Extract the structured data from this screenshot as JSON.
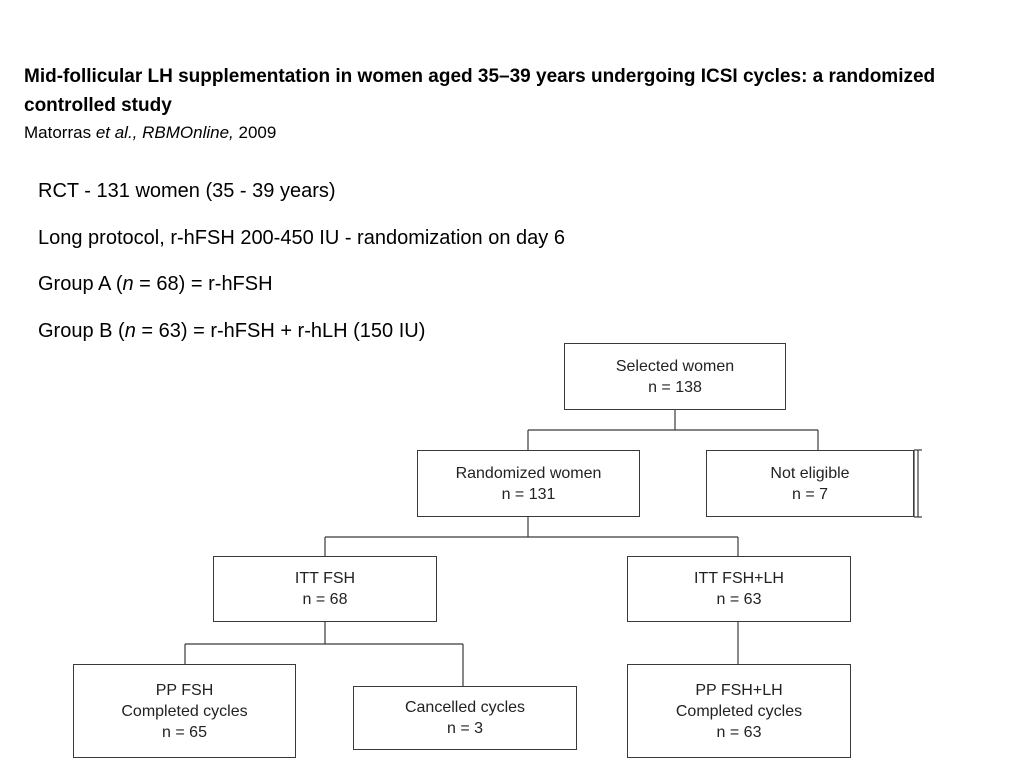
{
  "header": {
    "title": "Mid-follicular LH supplementation in women aged 35–39 years undergoing ICSI cycles: a randomized controlled study",
    "citation_author": "Matorras",
    "citation_etal": "et al.,",
    "citation_journal": "RBMOnline,",
    "citation_year": "2009"
  },
  "summary": {
    "line1": "RCT - 131 women  (35 - 39 years)",
    "line2": "Long protocol, r-hFSH 200-450 IU - randomization on day 6",
    "groupA_prefix": "Group A (",
    "groupA_n": "n",
    "groupA_suffix": " = 68) = r-hFSH",
    "groupB_prefix": "Group B (",
    "groupB_n": "n",
    "groupB_suffix": " = 63) = r-hFSH + r-hLH (150 IU)"
  },
  "flowchart": {
    "selected": {
      "label": "Selected women",
      "count": "n = 138"
    },
    "randomized": {
      "label": "Randomized women",
      "count": "n = 131"
    },
    "not_eligible": {
      "label": "Not eligible",
      "count": "n = 7"
    },
    "itt_fsh": {
      "label": "ITT FSH",
      "count": "n = 68"
    },
    "itt_fsh_lh": {
      "label": "ITT FSH+LH",
      "count": "n = 63"
    },
    "pp_fsh": {
      "label": "PP FSH",
      "sublabel": "Completed cycles",
      "count": "n = 65"
    },
    "cancelled": {
      "label": "Cancelled cycles",
      "count": "n = 3"
    },
    "pp_fsh_lh": {
      "label": "PP FSH+LH",
      "sublabel": "Completed cycles",
      "count": "n = 63"
    }
  }
}
